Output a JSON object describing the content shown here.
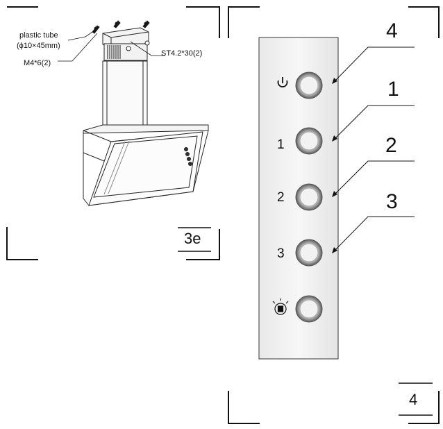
{
  "left_panel": {
    "labels": {
      "plastic_tube": "plastic tube",
      "tube_size": "(ϕ10×45mm)",
      "screw_m4": "M4*6(2)",
      "screw_st": "ST4.2*30(2)"
    },
    "figure_id": "3e"
  },
  "right_panel": {
    "buttons": [
      {
        "label_type": "power-icon",
        "text": "",
        "callout": "4"
      },
      {
        "label_type": "text",
        "text": "1",
        "callout": "1"
      },
      {
        "label_type": "text",
        "text": "2",
        "callout": "2"
      },
      {
        "label_type": "text",
        "text": "3",
        "callout": "3"
      },
      {
        "label_type": "light-icon",
        "text": "",
        "callout": ""
      }
    ],
    "figure_id": "4"
  }
}
